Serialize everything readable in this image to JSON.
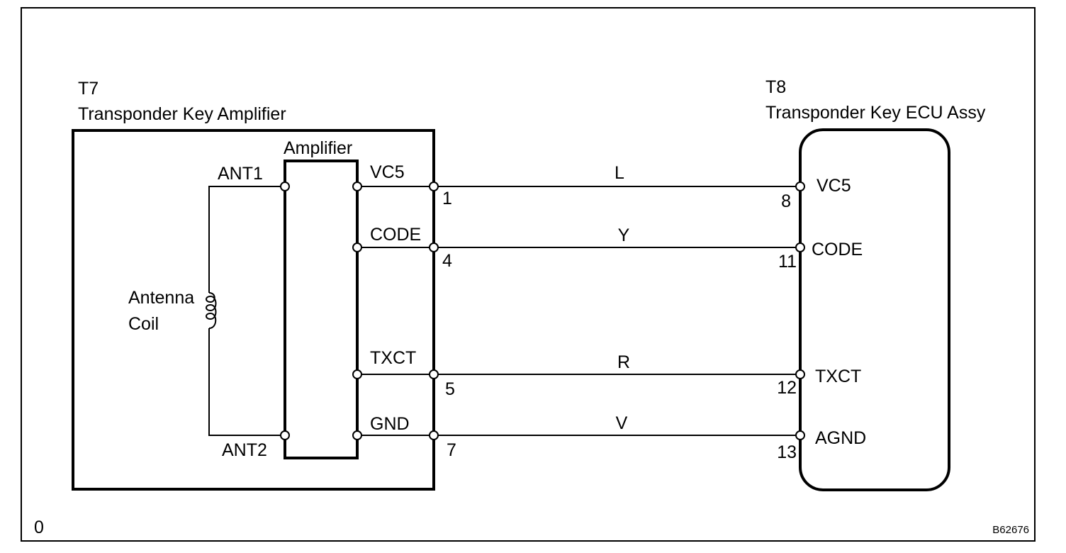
{
  "components": {
    "amplifier_unit": {
      "ref": "T7",
      "name": "Transponder Key Amplifier"
    },
    "ecu_unit": {
      "ref": "T8",
      "name": "Transponder Key ECU Assy"
    },
    "inner_block": {
      "name": "Amplifier"
    },
    "antenna": {
      "line1": "Antenna",
      "line2": "Coil"
    }
  },
  "antenna_terminals": {
    "top": "ANT1",
    "bottom": "ANT2"
  },
  "wires": [
    {
      "signal_left": "VC5",
      "pin_left": "1",
      "color": "L",
      "pin_right": "8",
      "signal_right": "VC5"
    },
    {
      "signal_left": "CODE",
      "pin_left": "4",
      "color": "Y",
      "pin_right": "11",
      "signal_right": "CODE"
    },
    {
      "signal_left": "TXCT",
      "pin_left": "5",
      "color": "R",
      "pin_right": "12",
      "signal_right": "TXCT"
    },
    {
      "signal_left": "GND",
      "pin_left": "7",
      "color": "V",
      "pin_right": "13",
      "signal_right": "AGND"
    }
  ],
  "footer": {
    "left_mark": "0",
    "figure_id": "B62676"
  }
}
